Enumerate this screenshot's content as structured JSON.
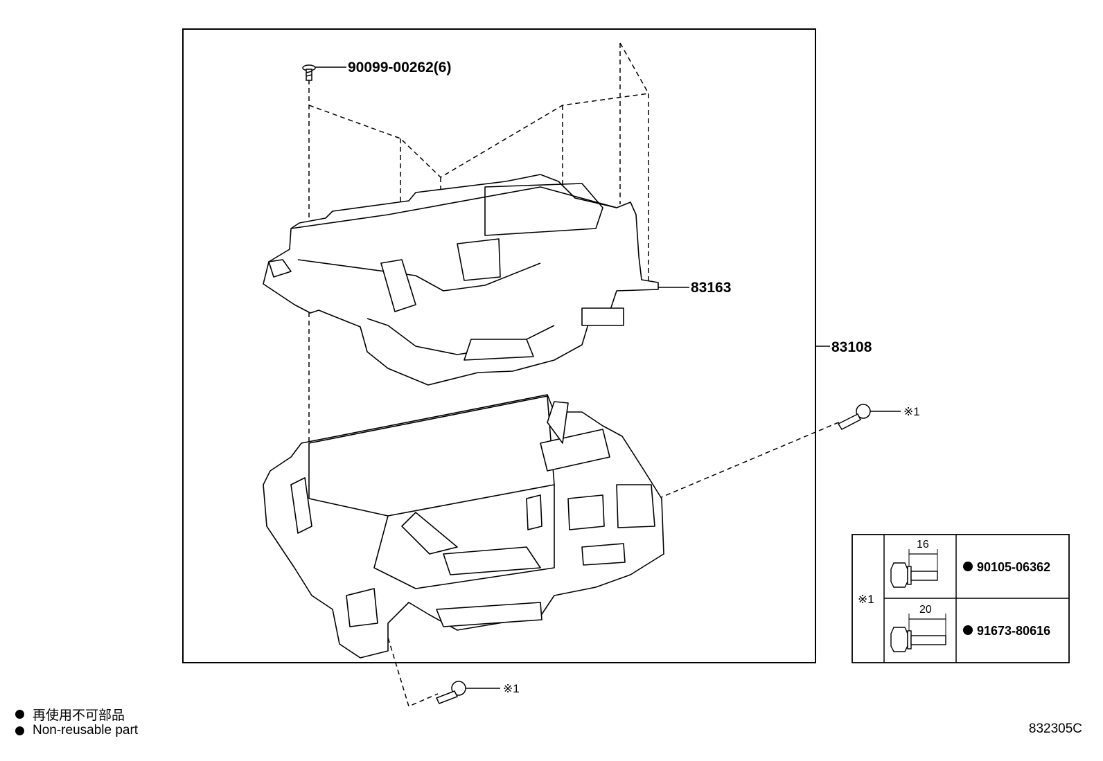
{
  "parts": {
    "screw": "90099-00262(6)",
    "upper_cover": "83163",
    "assembly": "83108"
  },
  "reference_mark": "※1",
  "bolt_table": {
    "ref": "※1",
    "rows": [
      {
        "length": "16",
        "part_no": "90105-06362"
      },
      {
        "length": "20",
        "part_no": "91673-80616"
      }
    ]
  },
  "legend": {
    "japanese": "再使用不可部品",
    "english": "Non-reusable part"
  },
  "figure_code": "832305C"
}
